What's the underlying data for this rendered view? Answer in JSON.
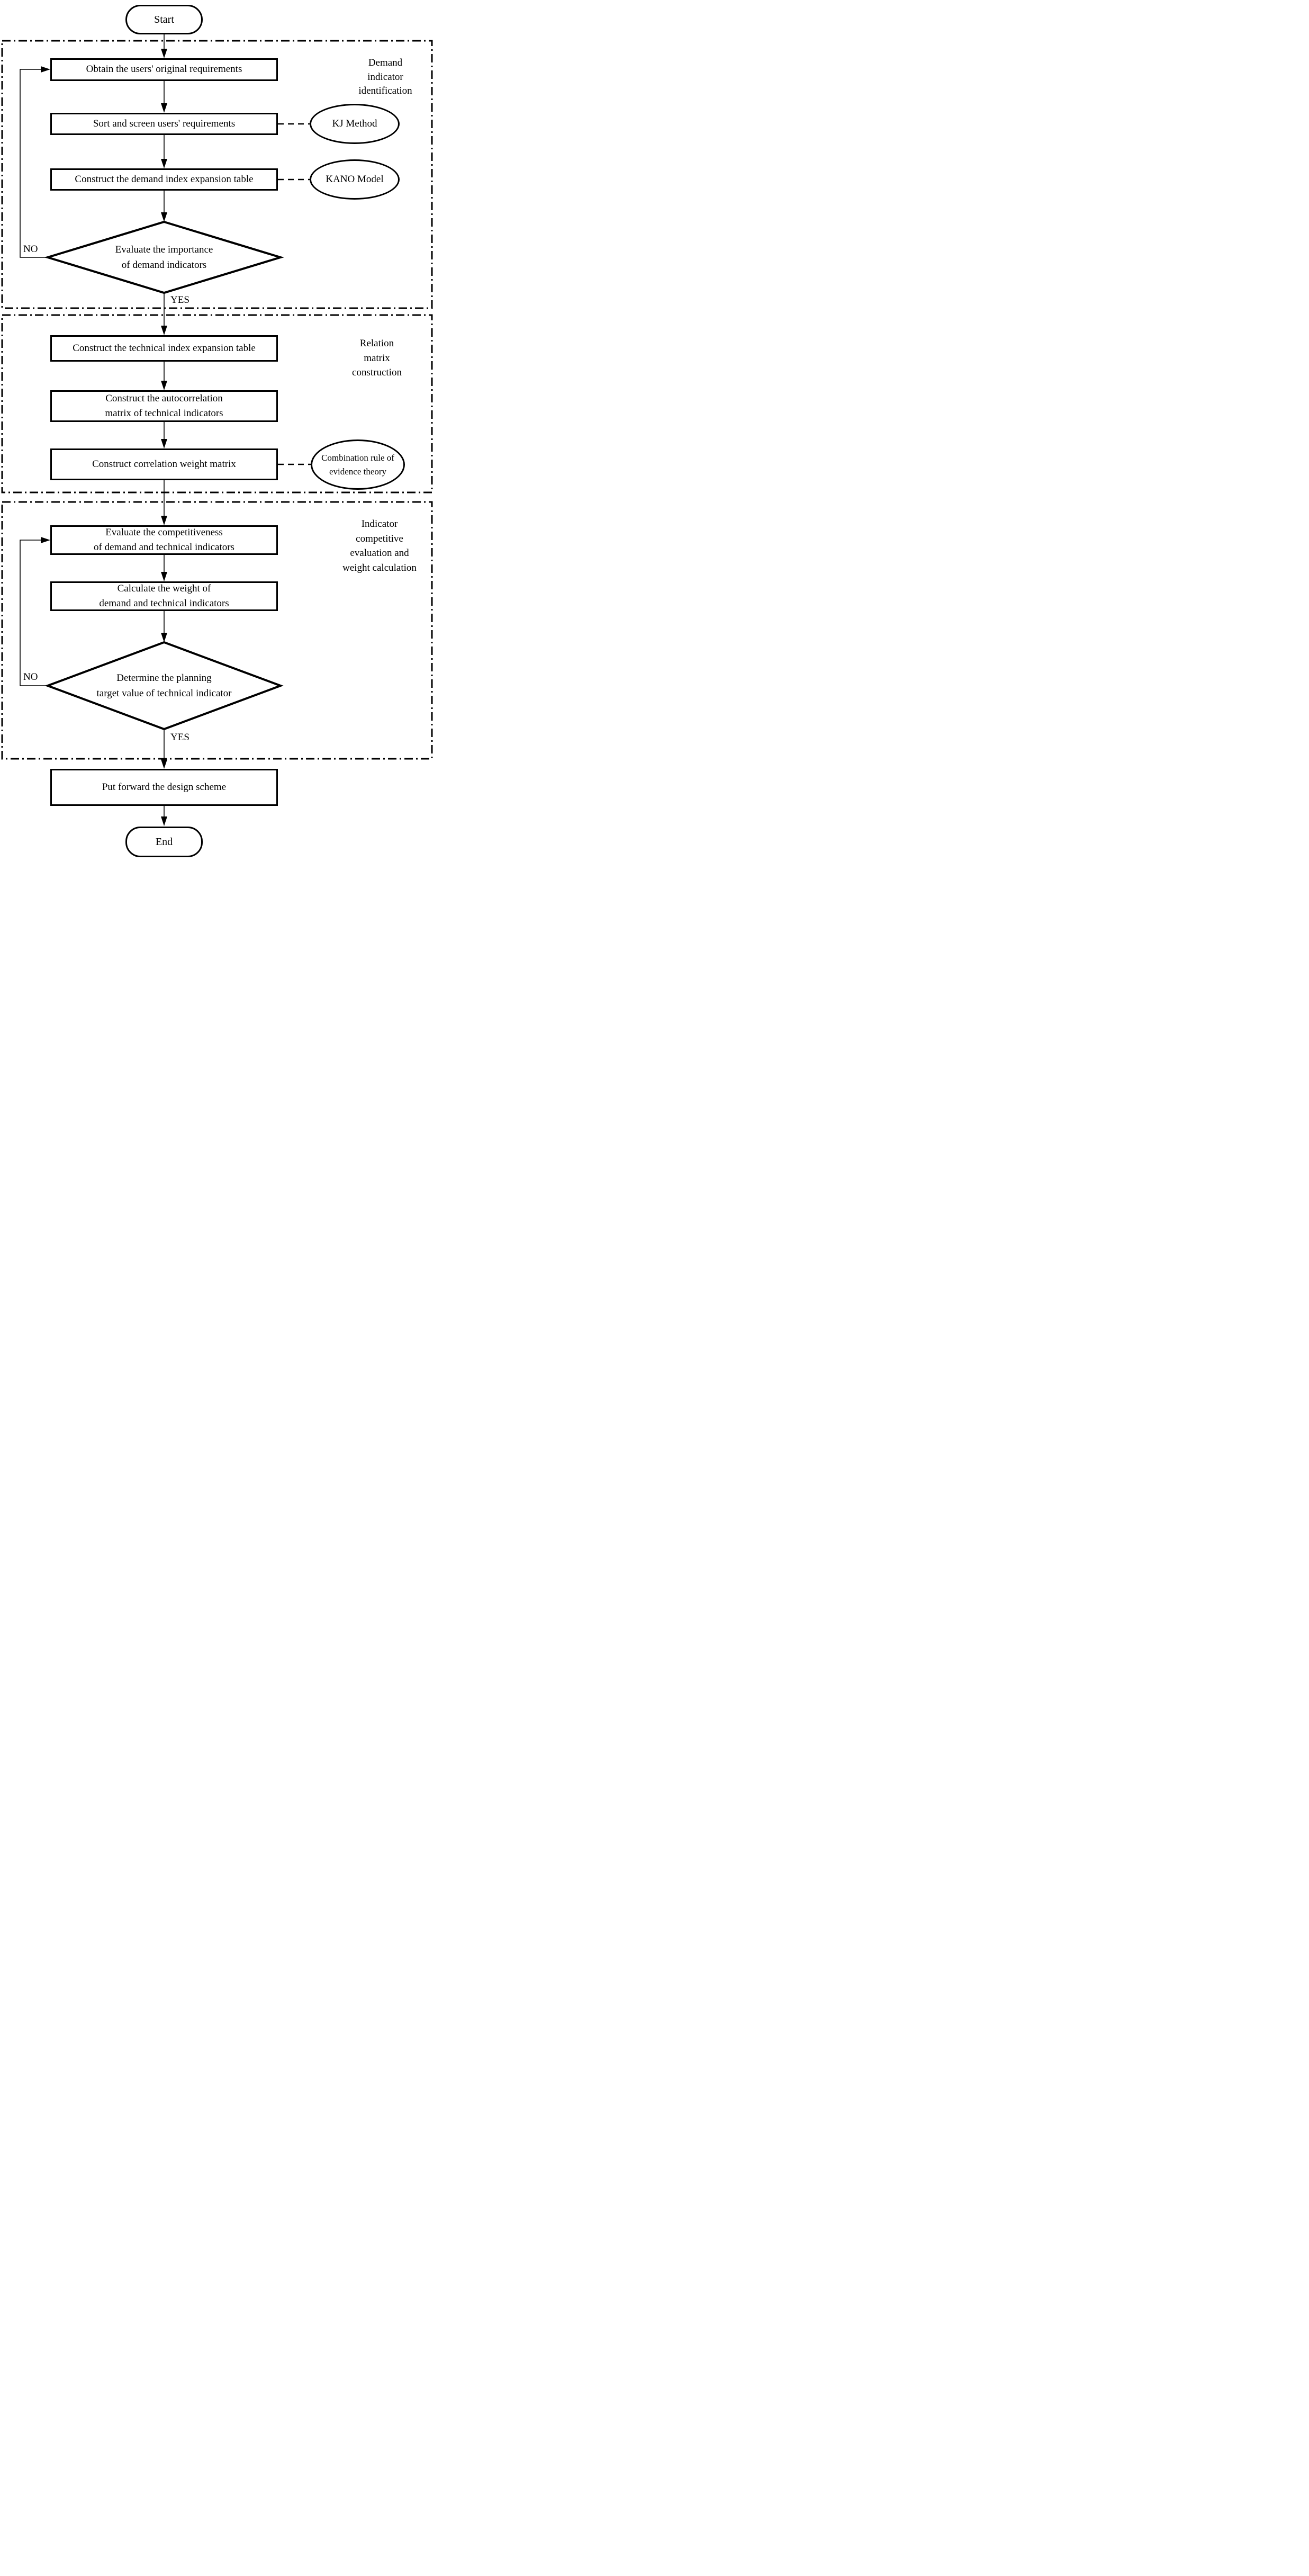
{
  "flowchart": {
    "terminators": {
      "start": "Start",
      "end": "End"
    },
    "sections": [
      {
        "label": "Demand\nindicator\nidentification"
      },
      {
        "label": "Relation\nmatrix\nconstruction"
      },
      {
        "label": "Indicator\ncompetitive\nevaluation and\nweight calculation"
      }
    ],
    "nodes": {
      "obtain_requirements": "Obtain the users' original requirements",
      "sort_screen": "Sort and screen users' requirements",
      "demand_index_table": "Construct the demand index expansion table",
      "evaluate_importance": "Evaluate the importance\nof demand indicators",
      "technical_index_table": "Construct the technical index expansion table",
      "autocorrelation_matrix": "Construct the autocorrelation\nmatrix of technical indicators",
      "correlation_weight_matrix": "Construct correlation weight matrix",
      "evaluate_competitiveness": "Evaluate the competitiveness\nof demand and technical indicators",
      "calculate_weight": "Calculate the weight of\ndemand and technical indicators",
      "determine_target": "Determine the planning\ntarget value of technical indicator",
      "put_forward": "Put forward the design scheme"
    },
    "methods": {
      "kj": "KJ Method",
      "kano": "KANO Model",
      "combination": "Combination rule of\nevidence theory"
    },
    "edge_labels": {
      "no1": "NO",
      "yes1": "YES",
      "no2": "NO",
      "yes2": "YES"
    },
    "colors": {
      "stroke": "#000000",
      "background": "#ffffff"
    }
  }
}
